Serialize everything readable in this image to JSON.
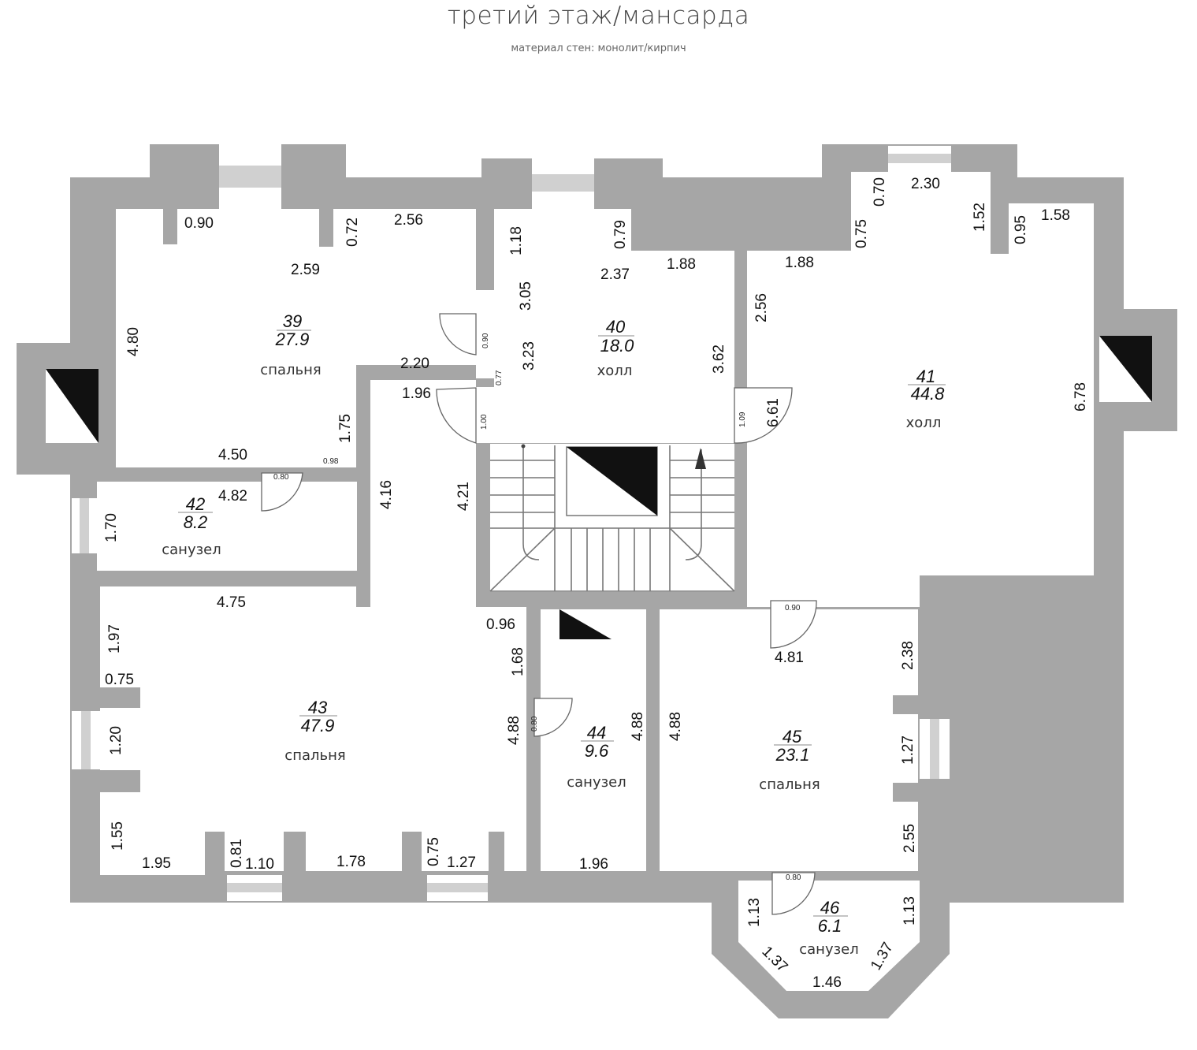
{
  "title": "третий этаж/мансарда",
  "subtitle": "материал стен: монолит/кирпич",
  "rooms": [
    {
      "id": "39",
      "number": "39",
      "area": "27.9",
      "name": "спальня"
    },
    {
      "id": "40",
      "number": "40",
      "area": "18.0",
      "name": "холл"
    },
    {
      "id": "41",
      "number": "41",
      "area": "44.8",
      "name": "холл"
    },
    {
      "id": "42",
      "number": "42",
      "area": "8.2",
      "name": "санузел"
    },
    {
      "id": "43",
      "number": "43",
      "area": "47.9",
      "name": "спальня"
    },
    {
      "id": "44",
      "number": "44",
      "area": "9.6",
      "name": "санузел"
    },
    {
      "id": "45",
      "number": "45",
      "area": "23.1",
      "name": "спальня"
    },
    {
      "id": "46",
      "number": "46",
      "area": "6.1",
      "name": "санузел"
    }
  ],
  "dimensions": [
    {
      "id": "d1",
      "text": "0.90"
    },
    {
      "id": "d2",
      "text": "0.72"
    },
    {
      "id": "d3",
      "text": "2.56"
    },
    {
      "id": "d4",
      "text": "2.59"
    },
    {
      "id": "d5",
      "text": "4.80"
    },
    {
      "id": "d6",
      "text": "2.20"
    },
    {
      "id": "d7",
      "text": "1.96"
    },
    {
      "id": "d8",
      "text": "1.75"
    },
    {
      "id": "d9",
      "text": "4.50"
    },
    {
      "id": "d10",
      "text": "4.82"
    },
    {
      "id": "d11",
      "text": "1.70"
    },
    {
      "id": "d12",
      "text": "4.16"
    },
    {
      "id": "d13",
      "text": "4.21"
    },
    {
      "id": "d14",
      "text": "1.18"
    },
    {
      "id": "d15",
      "text": "0.79"
    },
    {
      "id": "d16",
      "text": "2.37"
    },
    {
      "id": "d17",
      "text": "1.88"
    },
    {
      "id": "d18",
      "text": "3.05"
    },
    {
      "id": "d19",
      "text": "3.23"
    },
    {
      "id": "d20",
      "text": "3.62"
    },
    {
      "id": "d21",
      "text": "1.88"
    },
    {
      "id": "d22",
      "text": "2.56"
    },
    {
      "id": "d23",
      "text": "6.61"
    },
    {
      "id": "d24",
      "text": "0.70"
    },
    {
      "id": "d25",
      "text": "2.30"
    },
    {
      "id": "d26",
      "text": "0.75"
    },
    {
      "id": "d27",
      "text": "1.52"
    },
    {
      "id": "d28",
      "text": "0.95"
    },
    {
      "id": "d29",
      "text": "1.58"
    },
    {
      "id": "d30",
      "text": "6.78"
    },
    {
      "id": "d31",
      "text": "4.75"
    },
    {
      "id": "d32",
      "text": "1.97"
    },
    {
      "id": "d33",
      "text": "0.75"
    },
    {
      "id": "d34",
      "text": "1.20"
    },
    {
      "id": "d35",
      "text": "1.55"
    },
    {
      "id": "d36",
      "text": "1.95"
    },
    {
      "id": "d37",
      "text": "0.81"
    },
    {
      "id": "d38",
      "text": "1.10"
    },
    {
      "id": "d39",
      "text": "1.78"
    },
    {
      "id": "d40",
      "text": "0.75"
    },
    {
      "id": "d41",
      "text": "1.27"
    },
    {
      "id": "d42",
      "text": "0.96"
    },
    {
      "id": "d43",
      "text": "1.68"
    },
    {
      "id": "d44",
      "text": "4.88"
    },
    {
      "id": "d45",
      "text": "4.88"
    },
    {
      "id": "d46",
      "text": "4.88"
    },
    {
      "id": "d47",
      "text": "1.96"
    },
    {
      "id": "d48",
      "text": "4.81"
    },
    {
      "id": "d49",
      "text": "2.38"
    },
    {
      "id": "d50",
      "text": "1.27"
    },
    {
      "id": "d51",
      "text": "2.55"
    },
    {
      "id": "d52",
      "text": "1.13"
    },
    {
      "id": "d53",
      "text": "1.13"
    },
    {
      "id": "d54",
      "text": "1.37"
    },
    {
      "id": "d55",
      "text": "1.37"
    },
    {
      "id": "d56",
      "text": "1.46"
    }
  ],
  "doors": [
    {
      "id": "door1",
      "text": "0.90"
    },
    {
      "id": "door2",
      "text": "0.77"
    },
    {
      "id": "door3",
      "text": "1.00"
    },
    {
      "id": "door4",
      "text": "1.09"
    },
    {
      "id": "door5",
      "text": "0.80"
    },
    {
      "id": "door6",
      "text": "0.98"
    },
    {
      "id": "door7",
      "text": "0.90"
    },
    {
      "id": "door8",
      "text": "0.80"
    },
    {
      "id": "door9",
      "text": "0.80"
    }
  ]
}
